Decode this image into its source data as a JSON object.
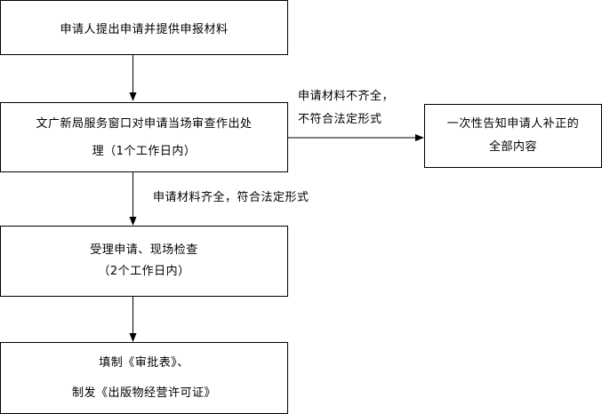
{
  "flowchart": {
    "step1": {
      "line1": "申请人提出申请并提供申报材料"
    },
    "step2": {
      "line1": "文广新局服务窗口对申请当场审查作出处",
      "line2": "理（1个工作日内）"
    },
    "step3": {
      "line1": "受理申请、现场检查",
      "line2": "（2个工作日内）"
    },
    "step4": {
      "line1": "填制《审批表》、",
      "line2": "制发《出版物经营许可证》"
    },
    "side_box": {
      "line1": "一次性告知申请人补正的",
      "line2": "全部内容"
    },
    "edge_incomplete": {
      "line1": "申请材料不齐全，",
      "line2": "不符合法定形式"
    },
    "edge_complete": {
      "line1": "申请材料齐全，符合法定形式"
    }
  }
}
